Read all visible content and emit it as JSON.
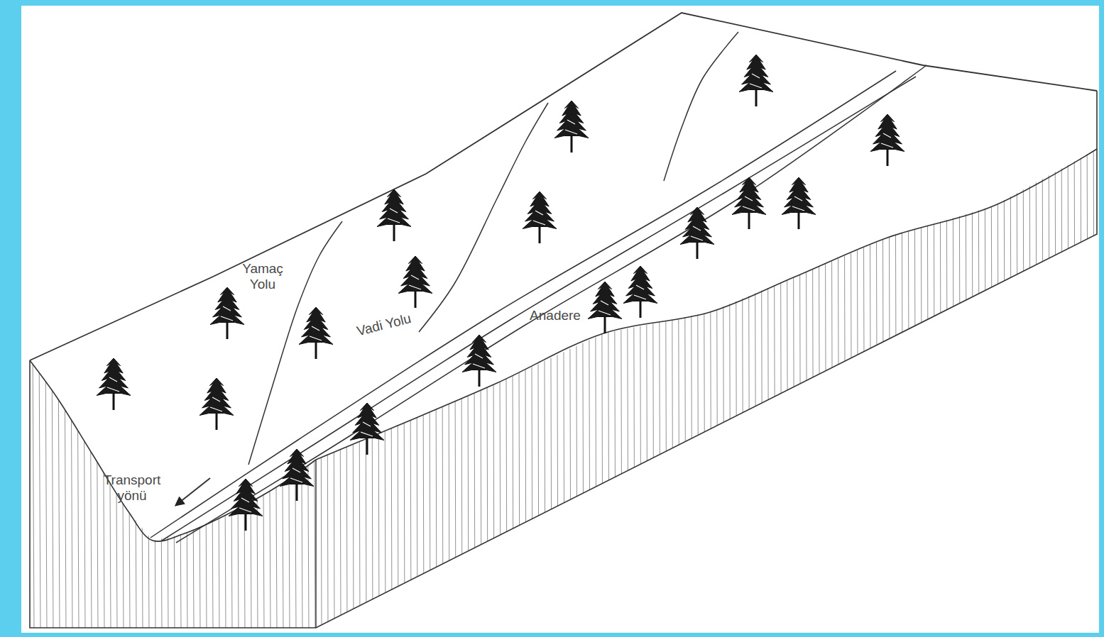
{
  "diagram": {
    "labels": [
      "Yamaç Yolu",
      "Vadi Yolu",
      "Anadere",
      "Transport yönü"
    ]
  }
}
